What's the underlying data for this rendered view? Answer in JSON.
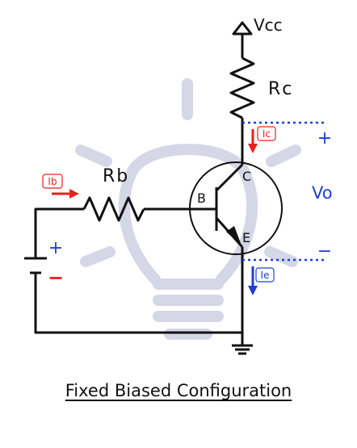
{
  "diagram": {
    "supply_label": "Vcc",
    "rc_label": "Rc",
    "rb_label": "Rb",
    "base_label": "B",
    "collector_label": "C",
    "emitter_label": "E",
    "output_label": "Vo",
    "output_plus": "+",
    "output_minus": "−",
    "battery_plus": "+",
    "battery_minus": "−",
    "ib_label": "Ib",
    "ic_label": "Ic",
    "ie_label": "Ie",
    "caption": "Fixed Biased Configuration"
  },
  "colors": {
    "wire": "#111111",
    "current_red": "#e8201e",
    "current_blue": "#1f3fd0",
    "label_blue": "#1f3fd0",
    "watermark": "#d5d7e7"
  },
  "icons": {
    "background": "lightbulb-watermark-icon",
    "ground": "ground-symbol-icon",
    "supply": "supply-arrow-icon"
  }
}
